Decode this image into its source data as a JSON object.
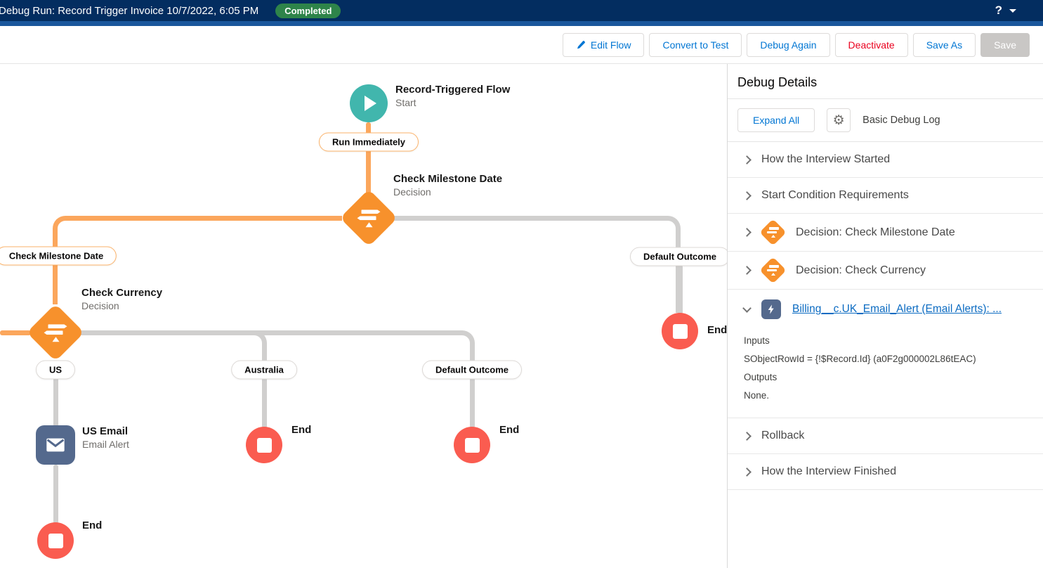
{
  "header": {
    "title": "Debug Run: Record Trigger Invoice 10/7/2022, 6:05 PM",
    "status": "Completed",
    "help": "?"
  },
  "toolbar": {
    "edit_flow": "Edit Flow",
    "convert_to_test": "Convert to Test",
    "debug_again": "Debug Again",
    "deactivate": "Deactivate",
    "save_as": "Save As",
    "save": "Save"
  },
  "canvas": {
    "start_title": "Record-Triggered Flow",
    "start_subtitle": "Start",
    "run_immediately": "Run Immediately",
    "decision_milestone_title": "Check Milestone Date",
    "decision_milestone_subtitle": "Decision",
    "pill_check_milestone_date": "Check Milestone Date",
    "decision_currency_title": "Check Currency",
    "decision_currency_subtitle": "Decision",
    "pill_us": "US",
    "pill_australia": "Australia",
    "pill_default_outcome_currency": "Default Outcome",
    "pill_default_outcome_milestone": "Default Outcome",
    "email_title": "US Email",
    "email_subtitle": "Email Alert",
    "end_label": "End"
  },
  "panel": {
    "title": "Debug Details",
    "expand_all": "Expand All",
    "log_type": "Basic Debug Log",
    "sections": [
      {
        "label": "How the Interview Started"
      },
      {
        "label": "Start Condition Requirements"
      },
      {
        "label": "Decision: Check Milestone Date"
      },
      {
        "label": "Decision: Check Currency"
      },
      {
        "label": "Billing__c.UK_Email_Alert (Email Alerts): ..."
      },
      {
        "label": "Rollback"
      },
      {
        "label": "How the Interview Finished"
      }
    ],
    "expanded_details": {
      "inputs_label": "Inputs",
      "inputs_value": "SObjectRowId = {!$Record.Id} (a0F2g000002L86tEAC)",
      "outputs_label": "Outputs",
      "outputs_value": "None."
    }
  },
  "colors": {
    "navy": "#032D60",
    "brand_blue": "#0176D3",
    "error_red": "#EA001E",
    "success_green": "#2E844A",
    "path_orange": "#FBA65C",
    "decision_orange": "#F7912C",
    "connector_gray": "#D0CFCE",
    "start_teal": "#41B6AD",
    "end_red": "#FA5C50",
    "steel_blue": "#54698D"
  }
}
